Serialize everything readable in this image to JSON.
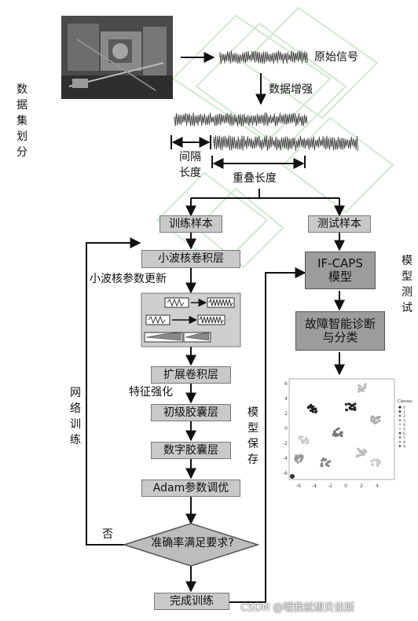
{
  "labels": {
    "original_signal": "原始信号",
    "data_augmentation": "数据增强",
    "interval_length": "间隔\n长度",
    "overlap_length": "重叠长度",
    "dataset_split": "数据集划分",
    "network_training": "网络训练",
    "model_saving": "模型保存",
    "model_testing": "模型测试",
    "wavelet_param_update": "小波核参数更新",
    "feature_enhancement": "特征强化",
    "no": "否"
  },
  "boxes": {
    "training_samples": "训练样本",
    "test_samples": "测试样本",
    "wavelet_conv_layer": "小波核卷积层",
    "extended_conv_layer": "扩展卷积层",
    "primary_capsule_layer": "初级胶囊层",
    "digit_capsule_layer": "数字胶囊层",
    "adam_tuning": "Adam参数调优",
    "accuracy_check": "准确率满足要求?",
    "training_complete": "完成训练",
    "ifcaps_model": "IF-CAPS\n模型",
    "fault_diagnosis": "故障智能诊断\n与分类"
  },
  "scatter": {
    "legend_title": "Classes",
    "legend_items": [
      "0",
      "1",
      "2",
      "3",
      "4",
      "5",
      "6",
      "7",
      "8",
      "9"
    ],
    "x_ticks": [
      "-6",
      "-4",
      "-2",
      "0",
      "2",
      "4"
    ],
    "y_ticks": [
      "6",
      "4",
      "2",
      "0",
      "-2",
      "-4",
      "-6"
    ]
  },
  "watermark": "CSDN @哦我就想贝佳斯"
}
